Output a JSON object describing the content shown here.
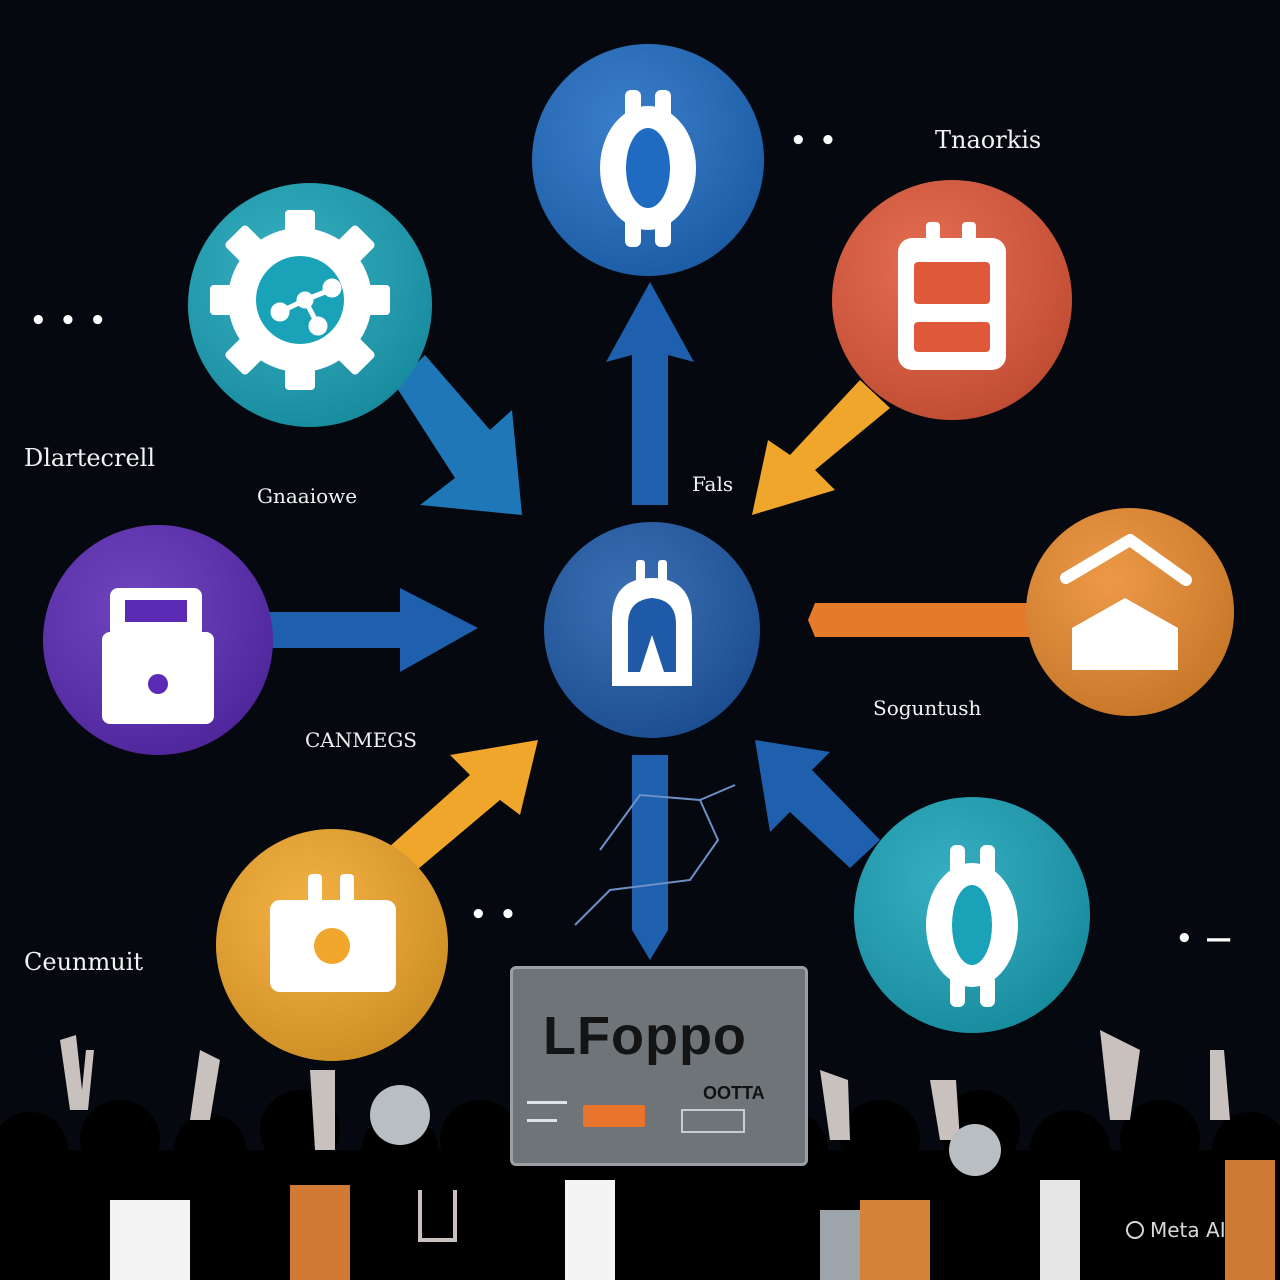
{
  "labels": {
    "top_right": "Tnaorkis",
    "left_top": "Dlartecrell",
    "mid_left": "Gnaaiowe",
    "center_top": "Fals",
    "right_mid": "Soguntush",
    "mid_bottom_left": "CANMEGS",
    "bottom_left": "Ceunmuit"
  },
  "dots": {
    "top": "• •",
    "left": "• • •",
    "bottom_mid": "• •",
    "right": "• —"
  },
  "screen": {
    "title": "LFoppo",
    "tag": "OOTTA"
  },
  "watermark": "Meta AI",
  "colors": {
    "background": "#05080f",
    "blue": "#1f6bc1",
    "teal": "#1aa3b8",
    "red": "#e0583a",
    "purple": "#5b2bb5",
    "orange": "#e98a2e",
    "yellow": "#f0a62a",
    "arrow_blue": "#1e5fae",
    "arrow_yellow": "#f0a62a",
    "arrow_orange": "#e57a2c"
  },
  "nodes": [
    {
      "name": "top-blue-node",
      "icon": "bitcoin-icon",
      "color": "#1f6bc1"
    },
    {
      "name": "gear-node",
      "icon": "gear-network-icon",
      "color": "#1aa3b8"
    },
    {
      "name": "battery-node",
      "icon": "battery-icon",
      "color": "#e0583a"
    },
    {
      "name": "lock-node",
      "icon": "lock-icon",
      "color": "#5b2bb5"
    },
    {
      "name": "center-node",
      "icon": "building-icon",
      "color": "#1f5aa8"
    },
    {
      "name": "house-node",
      "icon": "house-icon",
      "color": "#e98a2e"
    },
    {
      "name": "camera-node",
      "icon": "camera-icon",
      "color": "#f0a62a"
    },
    {
      "name": "teal-bitcoin-node",
      "icon": "bitcoin-icon",
      "color": "#1aa3b8"
    }
  ]
}
